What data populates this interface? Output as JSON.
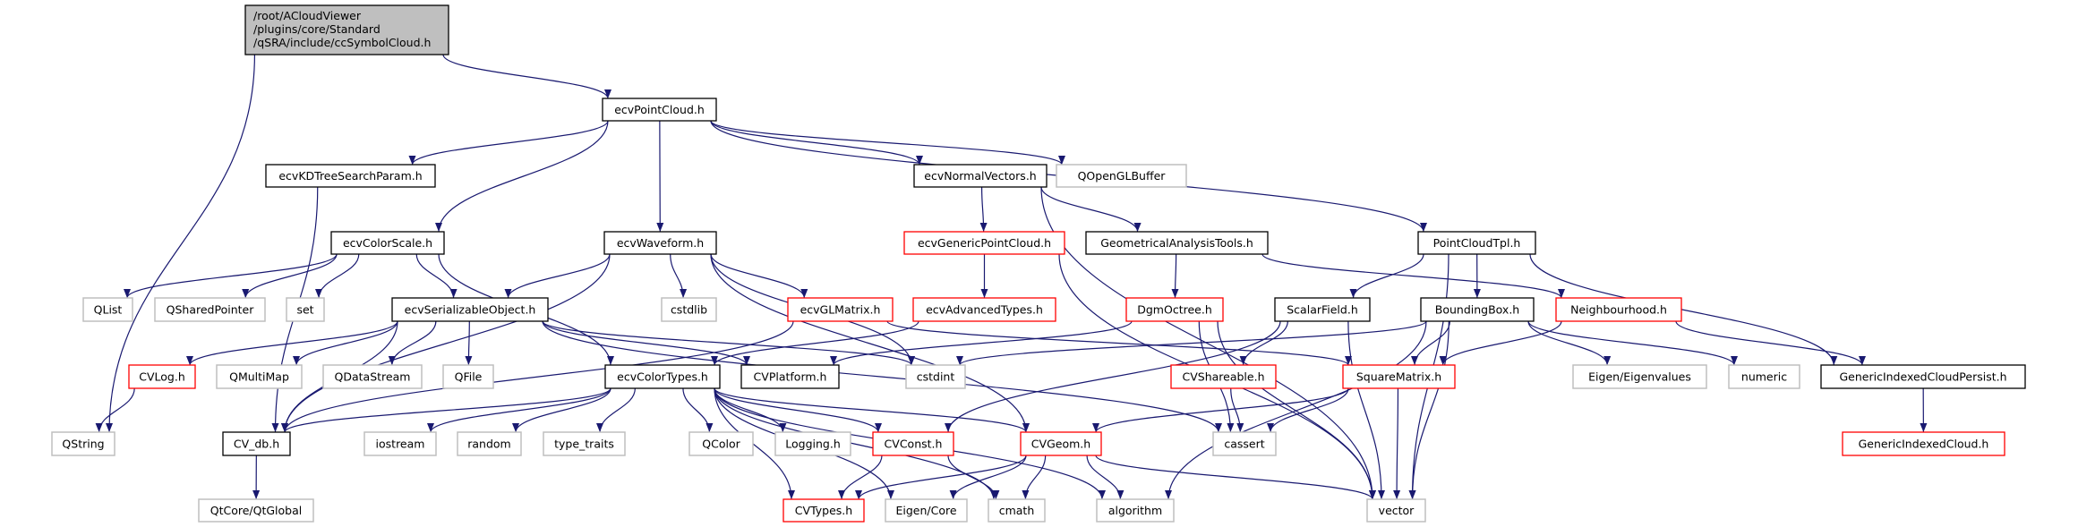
{
  "colors": {
    "edge": "#191970",
    "root_fill": "#bfbfbf",
    "documented": "#000000",
    "incomplete": "#ff0000",
    "external": "#bfbfbf"
  },
  "nodes": [
    {
      "id": "root",
      "label": [
        "/root/ACloudViewer",
        "/plugins/core/Standard",
        "/qSRA/include/ccSymbolCloud.h"
      ],
      "kind": "root"
    },
    {
      "id": "ecvPointCloud",
      "label": [
        "ecvPointCloud.h"
      ],
      "kind": "documented"
    },
    {
      "id": "ecvKDTreeSearchParam",
      "label": [
        "ecvKDTreeSearchParam.h"
      ],
      "kind": "documented"
    },
    {
      "id": "ecvNormalVectors",
      "label": [
        "ecvNormalVectors.h"
      ],
      "kind": "documented"
    },
    {
      "id": "QOpenGLBuffer",
      "label": [
        "QOpenGLBuffer"
      ],
      "kind": "external"
    },
    {
      "id": "ecvColorScale",
      "label": [
        "ecvColorScale.h"
      ],
      "kind": "documented"
    },
    {
      "id": "ecvWaveform",
      "label": [
        "ecvWaveform.h"
      ],
      "kind": "documented"
    },
    {
      "id": "ecvGenericPointCloud",
      "label": [
        "ecvGenericPointCloud.h"
      ],
      "kind": "incomplete"
    },
    {
      "id": "GeometricalAnalysisTools",
      "label": [
        "GeometricalAnalysisTools.h"
      ],
      "kind": "documented"
    },
    {
      "id": "PointCloudTpl",
      "label": [
        "PointCloudTpl.h"
      ],
      "kind": "documented"
    },
    {
      "id": "QList",
      "label": [
        "QList"
      ],
      "kind": "external"
    },
    {
      "id": "QSharedPointer",
      "label": [
        "QSharedPointer"
      ],
      "kind": "external"
    },
    {
      "id": "set",
      "label": [
        "set"
      ],
      "kind": "external"
    },
    {
      "id": "ecvSerializableObject",
      "label": [
        "ecvSerializableObject.h"
      ],
      "kind": "documented"
    },
    {
      "id": "cstdlib",
      "label": [
        "cstdlib"
      ],
      "kind": "external"
    },
    {
      "id": "ecvGLMatrix",
      "label": [
        "ecvGLMatrix.h"
      ],
      "kind": "incomplete"
    },
    {
      "id": "ecvAdvancedTypes",
      "label": [
        "ecvAdvancedTypes.h"
      ],
      "kind": "incomplete"
    },
    {
      "id": "DgmOctree",
      "label": [
        "DgmOctree.h"
      ],
      "kind": "incomplete"
    },
    {
      "id": "ScalarField",
      "label": [
        "ScalarField.h"
      ],
      "kind": "documented"
    },
    {
      "id": "BoundingBox",
      "label": [
        "BoundingBox.h"
      ],
      "kind": "documented"
    },
    {
      "id": "Neighbourhood",
      "label": [
        "Neighbourhood.h"
      ],
      "kind": "incomplete"
    },
    {
      "id": "CVLog",
      "label": [
        "CVLog.h"
      ],
      "kind": "incomplete"
    },
    {
      "id": "QMultiMap",
      "label": [
        "QMultiMap"
      ],
      "kind": "external"
    },
    {
      "id": "QDataStream",
      "label": [
        "QDataStream"
      ],
      "kind": "external"
    },
    {
      "id": "QFile",
      "label": [
        "QFile"
      ],
      "kind": "external"
    },
    {
      "id": "ecvColorTypes",
      "label": [
        "ecvColorTypes.h"
      ],
      "kind": "documented"
    },
    {
      "id": "CVPlatform",
      "label": [
        "CVPlatform.h"
      ],
      "kind": "documented"
    },
    {
      "id": "cstdint",
      "label": [
        "cstdint"
      ],
      "kind": "external"
    },
    {
      "id": "CVShareable",
      "label": [
        "CVShareable.h"
      ],
      "kind": "incomplete"
    },
    {
      "id": "SquareMatrix",
      "label": [
        "SquareMatrix.h"
      ],
      "kind": "incomplete"
    },
    {
      "id": "EigenEigenvalues",
      "label": [
        "Eigen/Eigenvalues"
      ],
      "kind": "external"
    },
    {
      "id": "numeric",
      "label": [
        "numeric"
      ],
      "kind": "external"
    },
    {
      "id": "GenericIndexedCloudPersist",
      "label": [
        "GenericIndexedCloudPersist.h"
      ],
      "kind": "documented"
    },
    {
      "id": "QString",
      "label": [
        "QString"
      ],
      "kind": "external"
    },
    {
      "id": "CV_db",
      "label": [
        "CV_db.h"
      ],
      "kind": "documented"
    },
    {
      "id": "iostream",
      "label": [
        "iostream"
      ],
      "kind": "external"
    },
    {
      "id": "random",
      "label": [
        "random"
      ],
      "kind": "external"
    },
    {
      "id": "type_traits",
      "label": [
        "type_traits"
      ],
      "kind": "external"
    },
    {
      "id": "QColor",
      "label": [
        "QColor"
      ],
      "kind": "external"
    },
    {
      "id": "Logging",
      "label": [
        "Logging.h"
      ],
      "kind": "external"
    },
    {
      "id": "CVConst",
      "label": [
        "CVConst.h"
      ],
      "kind": "incomplete"
    },
    {
      "id": "CVGeom",
      "label": [
        "CVGeom.h"
      ],
      "kind": "incomplete"
    },
    {
      "id": "cassert",
      "label": [
        "cassert"
      ],
      "kind": "external"
    },
    {
      "id": "GenericIndexedCloud",
      "label": [
        "GenericIndexedCloud.h"
      ],
      "kind": "incomplete"
    },
    {
      "id": "QtGlobal",
      "label": [
        "QtCore/QtGlobal"
      ],
      "kind": "external"
    },
    {
      "id": "CVTypes",
      "label": [
        "CVTypes.h"
      ],
      "kind": "incomplete"
    },
    {
      "id": "EigenCore",
      "label": [
        "Eigen/Core"
      ],
      "kind": "external"
    },
    {
      "id": "cmath",
      "label": [
        "cmath"
      ],
      "kind": "external"
    },
    {
      "id": "algorithm",
      "label": [
        "algorithm"
      ],
      "kind": "external"
    },
    {
      "id": "vector",
      "label": [
        "vector"
      ],
      "kind": "external"
    }
  ],
  "edges": [
    [
      "root",
      "ecvPointCloud"
    ],
    [
      "root",
      "QString"
    ],
    [
      "ecvPointCloud",
      "ecvKDTreeSearchParam"
    ],
    [
      "ecvPointCloud",
      "ecvColorScale"
    ],
    [
      "ecvPointCloud",
      "ecvWaveform"
    ],
    [
      "ecvPointCloud",
      "ecvNormalVectors"
    ],
    [
      "ecvPointCloud",
      "QOpenGLBuffer"
    ],
    [
      "ecvPointCloud",
      "PointCloudTpl"
    ],
    [
      "ecvKDTreeSearchParam",
      "CV_db"
    ],
    [
      "ecvNormalVectors",
      "ecvGenericPointCloud"
    ],
    [
      "ecvNormalVectors",
      "GeometricalAnalysisTools"
    ],
    [
      "ecvNormalVectors",
      "vector"
    ],
    [
      "ecvColorScale",
      "QList"
    ],
    [
      "ecvColorScale",
      "QSharedPointer"
    ],
    [
      "ecvColorScale",
      "set"
    ],
    [
      "ecvColorScale",
      "ecvSerializableObject"
    ],
    [
      "ecvColorScale",
      "ecvColorTypes"
    ],
    [
      "ecvWaveform",
      "ecvSerializableObject"
    ],
    [
      "ecvWaveform",
      "CV_db"
    ],
    [
      "ecvWaveform",
      "cstdlib"
    ],
    [
      "ecvWaveform",
      "ecvGLMatrix"
    ],
    [
      "ecvWaveform",
      "cstdint"
    ],
    [
      "ecvWaveform",
      "CVGeom"
    ],
    [
      "ecvGenericPointCloud",
      "ecvAdvancedTypes"
    ],
    [
      "ecvGenericPointCloud",
      "vector"
    ],
    [
      "GeometricalAnalysisTools",
      "DgmOctree"
    ],
    [
      "GeometricalAnalysisTools",
      "Neighbourhood"
    ],
    [
      "PointCloudTpl",
      "ScalarField"
    ],
    [
      "PointCloudTpl",
      "BoundingBox"
    ],
    [
      "PointCloudTpl",
      "GenericIndexedCloudPersist"
    ],
    [
      "PointCloudTpl",
      "vector"
    ],
    [
      "ecvSerializableObject",
      "CVLog"
    ],
    [
      "ecvSerializableObject",
      "QMultiMap"
    ],
    [
      "ecvSerializableObject",
      "QDataStream"
    ],
    [
      "ecvSerializableObject",
      "QFile"
    ],
    [
      "ecvSerializableObject",
      "CV_db"
    ],
    [
      "ecvSerializableObject",
      "CVPlatform"
    ],
    [
      "ecvSerializableObject",
      "cstdint"
    ],
    [
      "ecvSerializableObject",
      "cassert"
    ],
    [
      "ecvGLMatrix",
      "SquareMatrix"
    ],
    [
      "ecvGLMatrix",
      "CV_db"
    ],
    [
      "ecvAdvancedTypes",
      "ecvColorTypes"
    ],
    [
      "DgmOctree",
      "CVPlatform"
    ],
    [
      "DgmOctree",
      "cassert"
    ],
    [
      "DgmOctree",
      "vector"
    ],
    [
      "ScalarField",
      "CVShareable"
    ],
    [
      "ScalarField",
      "CVConst"
    ],
    [
      "ScalarField",
      "vector"
    ],
    [
      "BoundingBox",
      "SquareMatrix"
    ],
    [
      "BoundingBox",
      "cstdint"
    ],
    [
      "BoundingBox",
      "EigenEigenvalues"
    ],
    [
      "BoundingBox",
      "numeric"
    ],
    [
      "BoundingBox",
      "algorithm"
    ],
    [
      "BoundingBox",
      "vector"
    ],
    [
      "Neighbourhood",
      "SquareMatrix"
    ],
    [
      "Neighbourhood",
      "GenericIndexedCloudPersist"
    ],
    [
      "CVLog",
      "QString"
    ],
    [
      "ecvColorTypes",
      "CV_db"
    ],
    [
      "ecvColorTypes",
      "iostream"
    ],
    [
      "ecvColorTypes",
      "random"
    ],
    [
      "ecvColorTypes",
      "type_traits"
    ],
    [
      "ecvColorTypes",
      "QColor"
    ],
    [
      "ecvColorTypes",
      "Logging"
    ],
    [
      "ecvColorTypes",
      "CVConst"
    ],
    [
      "ecvColorTypes",
      "CVGeom"
    ],
    [
      "ecvColorTypes",
      "cmath"
    ],
    [
      "ecvColorTypes",
      "algorithm"
    ],
    [
      "ecvColorTypes",
      "EigenCore"
    ],
    [
      "ecvColorTypes",
      "CVTypes"
    ],
    [
      "CVConst",
      "CVTypes"
    ],
    [
      "CVConst",
      "cmath"
    ],
    [
      "CVGeom",
      "CVTypes"
    ],
    [
      "CVGeom",
      "EigenCore"
    ],
    [
      "CVGeom",
      "cmath"
    ],
    [
      "CVGeom",
      "algorithm"
    ],
    [
      "CVGeom",
      "vector"
    ],
    [
      "CVShareable",
      "cassert"
    ],
    [
      "SquareMatrix",
      "CVGeom"
    ],
    [
      "SquareMatrix",
      "cassert"
    ],
    [
      "SquareMatrix",
      "vector"
    ],
    [
      "GenericIndexedCloudPersist",
      "GenericIndexedCloud"
    ],
    [
      "CV_db",
      "QtGlobal"
    ]
  ]
}
